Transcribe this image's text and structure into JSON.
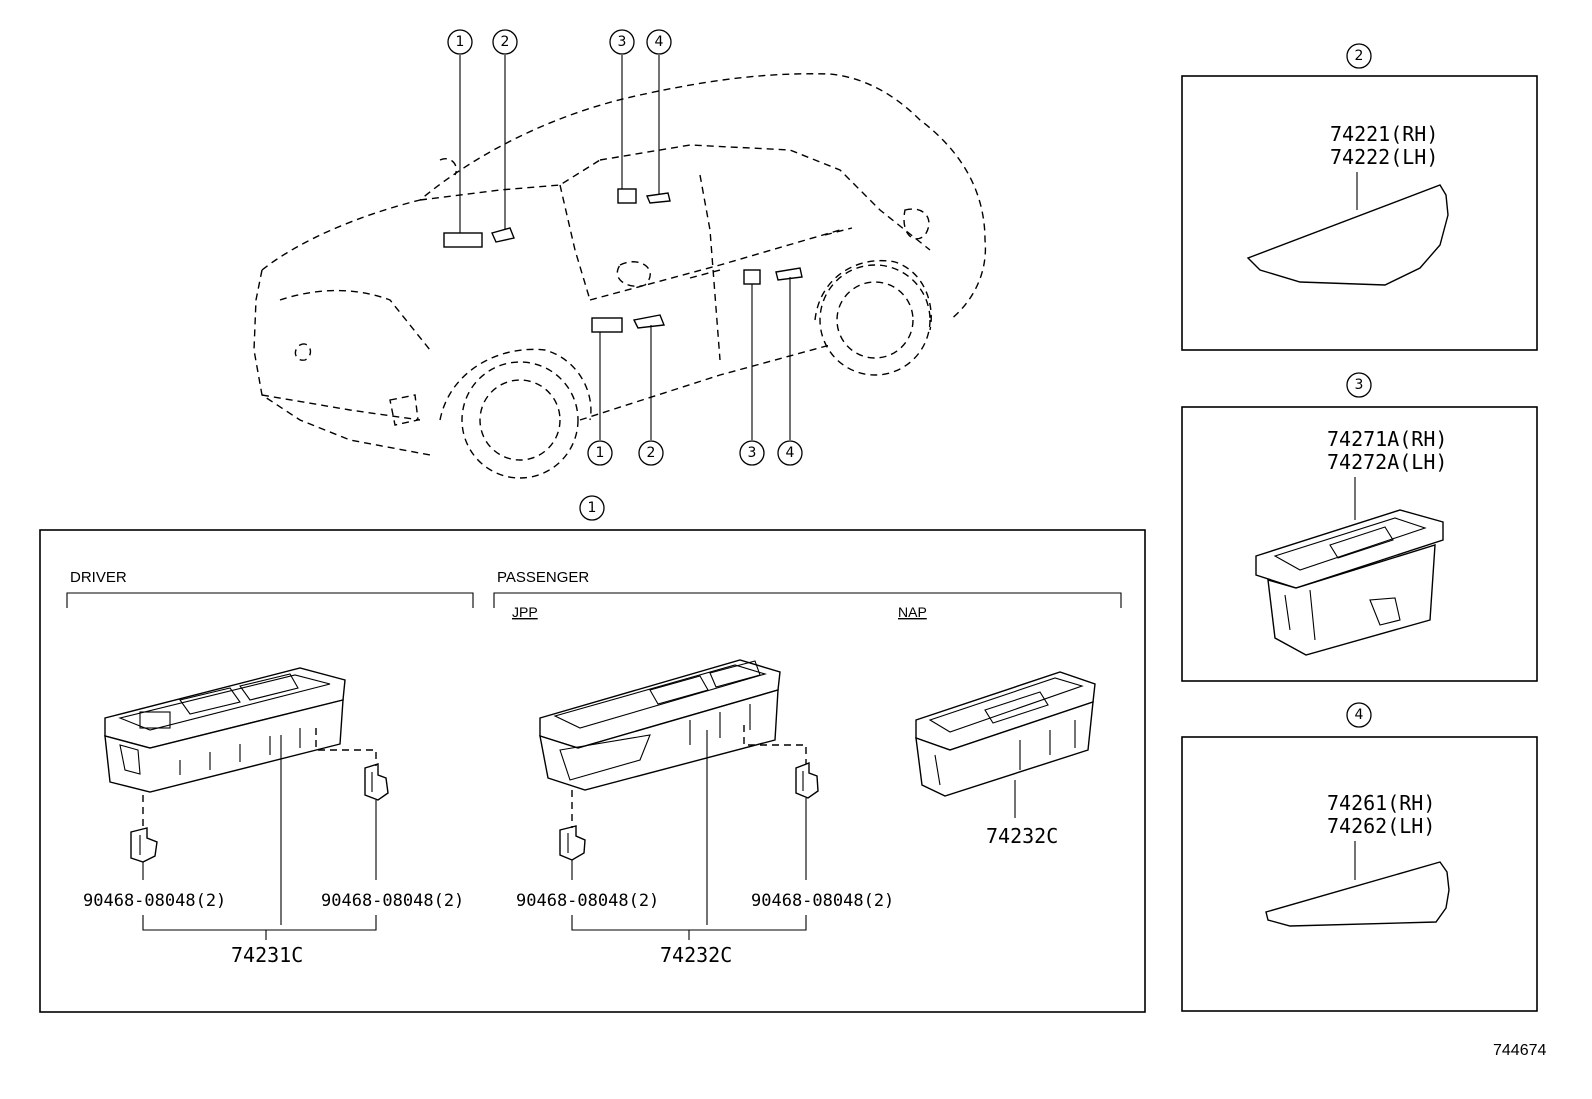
{
  "callouts": {
    "c1": "1",
    "c2": "2",
    "c3": "3",
    "c4": "4"
  },
  "main_panel": {
    "driver_label": "DRIVER",
    "passenger_label": "PASSENGER",
    "jpp_label": "JPP",
    "nap_label": "NAP",
    "driver_clip_left": "90468-08048(2)",
    "driver_clip_right": "90468-08048(2)",
    "driver_switch": "74231C",
    "jpp_clip_left": "90468-08048(2)",
    "jpp_clip_right": "90468-08048(2)",
    "jpp_switch": "74232C",
    "nap_switch": "74232C"
  },
  "panel_2": {
    "part_rh": "74221(RH)",
    "part_lh": "74222(LH)"
  },
  "panel_3": {
    "part_rh": "74271A(RH)",
    "part_lh": "74272A(LH)"
  },
  "panel_4": {
    "part_rh": "74261(RH)",
    "part_lh": "74262(LH)"
  },
  "diagram_number": "744674"
}
